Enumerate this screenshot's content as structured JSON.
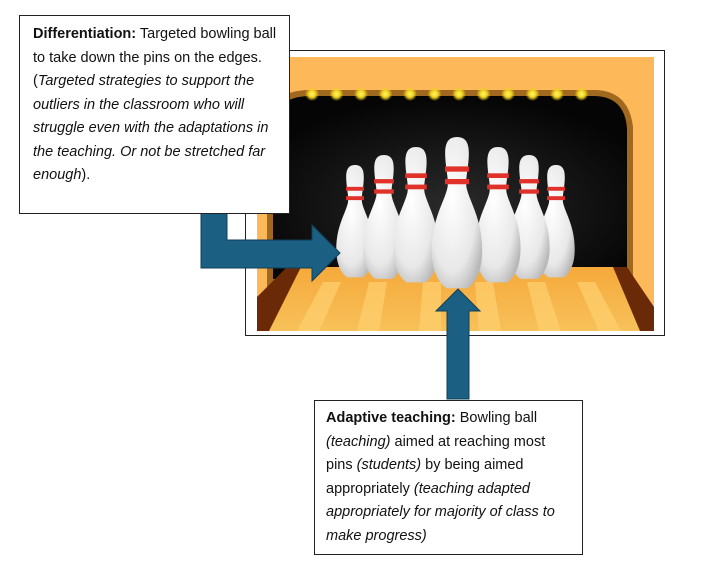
{
  "differentiation_box": {
    "heading": "Differentiation:",
    "text_1": " Targeted bowling ball to take down the pins on the edges. (",
    "italic_1": "Targeted strategies to support the outliers in the classroom who will struggle even with the adaptations in the teaching. Or not be stretched far enough",
    "text_2": ")."
  },
  "adaptive_box": {
    "heading": "Adaptive teaching:",
    "text_1": " Bowling ball ",
    "italic_1": "(teaching)",
    "text_2": " aimed at reaching most pins ",
    "italic_2": "(students)",
    "text_3": " by being aimed appropriately ",
    "italic_3": "(teaching adapted appropriately for majority of class to make progress)"
  },
  "illustration": {
    "subject": "bowling-lane-with-pins",
    "pin_count": 7,
    "lights_count": 12
  },
  "colors": {
    "arrow_fill": "#1b5f82",
    "arrow_stroke": "#123f58",
    "lane_orange": "#f7b54d",
    "backdrop": "#0a0a0a",
    "pin_stripe": "#e0312a",
    "light_yellow": "#ffe83a"
  }
}
